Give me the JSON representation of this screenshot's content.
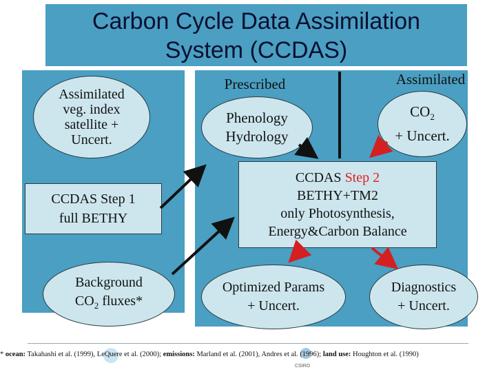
{
  "title": "Carbon Cycle Data Assimilation\nSystem (CCDAS)",
  "left": {
    "assimilated_veg": "Assimilated\nveg. index\nsatellite +\nUncert.",
    "step1": "CCDAS Step 1\nfull BETHY",
    "background_prefix": "Background\nCO",
    "background_sub": "2",
    "background_suffix": " fluxes*"
  },
  "right": {
    "prescribed": "Prescribed",
    "assimilated": "Assimilated",
    "phenology": "Phenology\nHydrology",
    "co2_prefix": "CO",
    "co2_sub": "2",
    "co2_suffix": "+ Uncert.",
    "step2_prefix": "CCDAS ",
    "step2_red": "Step 2",
    "step2_rest": "BETHY+TM2\nonly Photosynthesis,\nEnergy&Carbon Balance",
    "optimized": "Optimized Params\n+ Uncert.",
    "diagnostics": "Diagnostics\n+ Uncert."
  },
  "footer": {
    "prefix": "* ",
    "ocean_label": "ocean:",
    "ocean_refs": " Takahashi et al. (1999), LeQuere et al. (2000); ",
    "emissions_label": "emissions:",
    "emissions_refs": " Marland et al. (2001), Andres et al. (1996); ",
    "landuse_label": "land use:",
    "landuse_refs": " Houghton et al. (1990)",
    "logo_text": "CSIRO"
  },
  "colors": {
    "panel": "#4a9fc2",
    "box_fill": "#cde6ee",
    "arrow_red": "#d42020",
    "title_text": "#0b1030"
  }
}
